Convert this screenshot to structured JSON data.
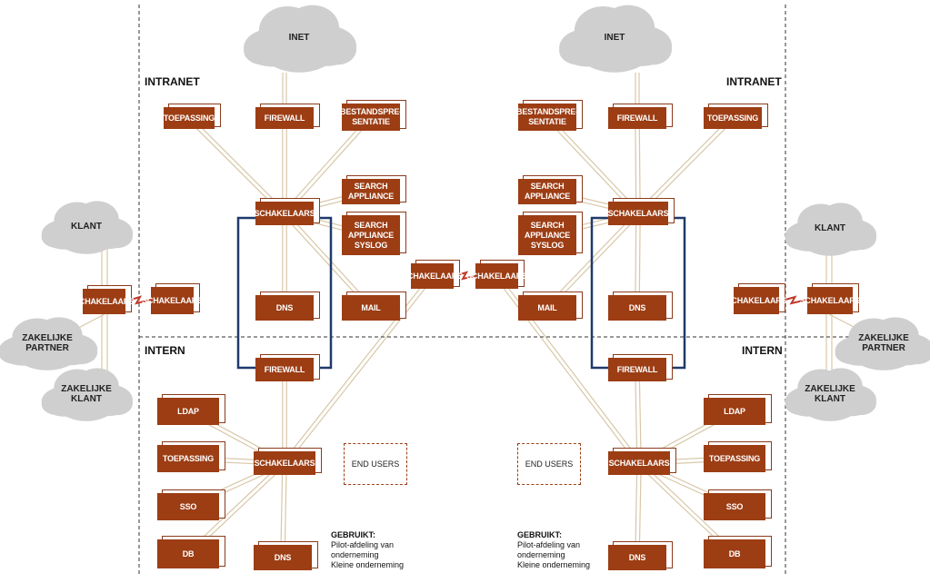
{
  "zones": {
    "intranet": "INTRANET",
    "intern": "INTERN"
  },
  "clouds": {
    "inet": "INET",
    "klant": "KLANT",
    "zakelijke_partner": "ZAKELIJKE PARTNER",
    "zakelijke_klant": "ZAKELIJKE KLANT"
  },
  "labels": {
    "toepassing": "TOEPASSING",
    "firewall": "FIREWALL",
    "bestandspresentatie": "BESTANDSPRE- SENTATIE",
    "search_appliance": "SEARCH APPLIANCE",
    "search_appliance_syslog": "SEARCH APPLIANCE SYSLOG",
    "schakelaars": "SCHAKELAARS",
    "dns": "DNS",
    "mail": "MAIL",
    "ldap": "LDAP",
    "sso": "SSO",
    "db": "DB",
    "end_users": "END USERS"
  },
  "notes": {
    "title": "GEBRUIKT:",
    "line1": "Pilot-afdeling van",
    "line2": "onderneming",
    "line3": "Kleine onderneming"
  },
  "colors": {
    "box": "#9c3d14",
    "link": "#d8c7a8",
    "vlan": "#1f3a6b",
    "cloud": "#cfcfcf",
    "bolt": "#c0392b"
  }
}
